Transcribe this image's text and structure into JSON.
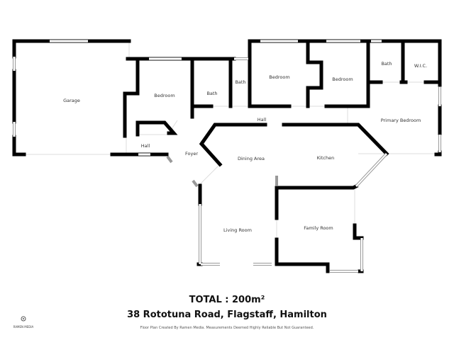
{
  "rooms": {
    "garage": "Garage",
    "bedroom_1": "Bedroom",
    "bath_1": "Bath",
    "bath_2": "Bath",
    "bedroom_2": "Bedroom",
    "bedroom_3": "Bedroom",
    "bath_3": "Bath",
    "wic": "W.I.C.",
    "hall_1": "Hall",
    "hall_2": "Hall",
    "primary_bedroom": "Primary Bedroom",
    "foyer": "Foyer",
    "dining_area": "Dining Area",
    "kitchen": "Kitchen",
    "living_room": "Living Room",
    "family_room": "Family Room"
  },
  "footer": {
    "total": "TOTAL : 200m²",
    "address": "38 Rototuna Road, Flagstaff, Hamilton",
    "disclaimer": "Floor Plan Created By Ramen Media. Measurements Deemed Highly Reliable But Not Guaranteed.",
    "logo_text": "RAMEN MEDIA"
  }
}
